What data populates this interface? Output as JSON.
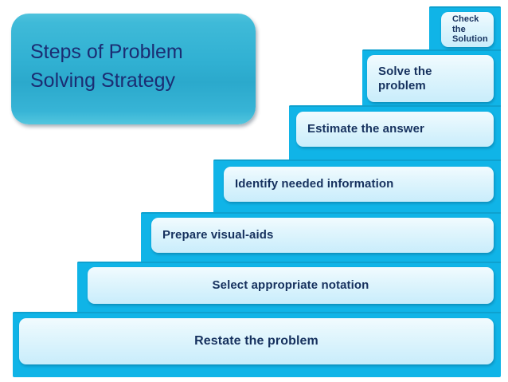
{
  "slide": {
    "title": "Steps of Problem\nSolving Strategy",
    "background_color": "#ffffff",
    "accent_color": "#10b4e7",
    "panel_color": "#31b1d3",
    "text_color": "#16315e",
    "title_text_color": "#1b2d73"
  },
  "steps": [
    {
      "id": "check-the-solution",
      "label": "Check the\nSolution",
      "align": "left",
      "order": 8
    },
    {
      "id": "solve-the-problem",
      "label": "Solve the\nproblem",
      "align": "left",
      "order": 7
    },
    {
      "id": "estimate-the-answer",
      "label": "Estimate the answer",
      "align": "left",
      "order": 6
    },
    {
      "id": "identify-needed-information",
      "label": "Identify needed information",
      "align": "left",
      "order": 5
    },
    {
      "id": "prepare-visual-aids",
      "label": "Prepare visual-aids",
      "align": "left",
      "order": 4
    },
    {
      "id": "select-appropriate-notation",
      "label": "Select appropriate notation",
      "align": "center",
      "order": 3
    },
    {
      "id": "restate-the-problem",
      "label": "Restate the problem",
      "align": "center",
      "order": 2
    }
  ]
}
